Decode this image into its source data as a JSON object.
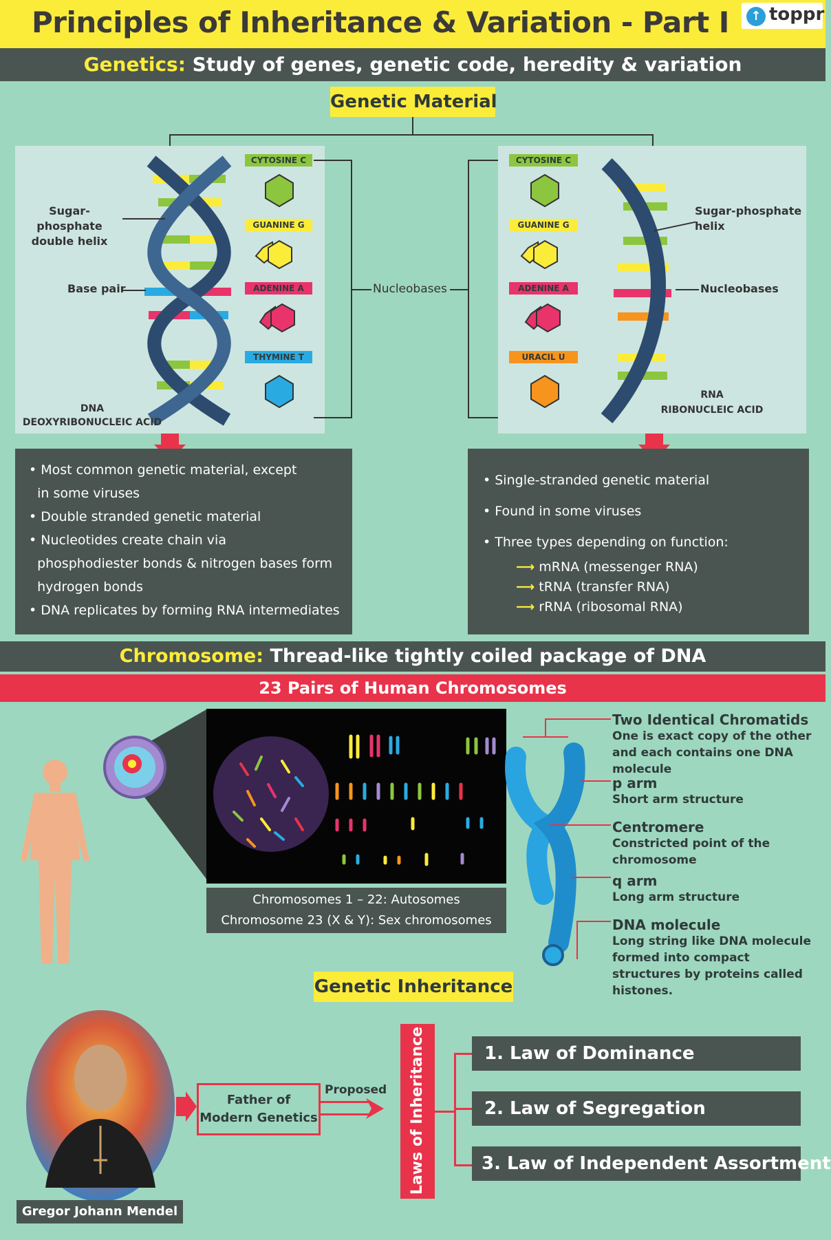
{
  "header": {
    "title": "Principles of Inheritance & Variation - Part I",
    "logo_text": "toppr"
  },
  "genetics_bar": {
    "term": "Genetics:",
    "definition": " Study of genes, genetic code, heredity & variation"
  },
  "genetic_material": {
    "label": "Genetic Material"
  },
  "dna_panel": {
    "helix_label": "Sugar-phosphate double helix",
    "base_pair_label": "Base pair",
    "name": "DNA",
    "full_name": "DEOXYRIBONUCLEIC ACID",
    "bases": [
      "CYTOSINE C",
      "GUANINE G",
      "ADENINE A",
      "THYMINE T"
    ],
    "rungs": [
      "G C",
      "C G",
      "C G",
      "G C",
      "T A",
      "A T",
      "G C",
      "C G"
    ]
  },
  "rna_panel": {
    "helix_label": "Sugar-phosphate helix",
    "nucleobases_label": "Nucleobases",
    "name": "RNA",
    "full_name": "RIBONUCLEIC ACID",
    "bases": [
      "CYTOSINE C",
      "GUANINE G",
      "ADENINE A",
      "URACIL U"
    ],
    "rungs": [
      "G",
      "C",
      "C",
      "G",
      "A",
      "U",
      "G",
      "C"
    ]
  },
  "nucleobases_center": "Nucleobases",
  "dna_info": [
    "• Most common genetic material, except",
    "  in some viruses",
    "• Double stranded genetic material",
    "• Nucleotides create chain via",
    "  phosphodiester bonds & nitrogen bases form",
    "  hydrogen bonds",
    "• DNA replicates by forming RNA intermediates"
  ],
  "rna_info": {
    "points": [
      "• Single-stranded genetic material",
      "• Found in some viruses",
      "• Three types depending on function:"
    ],
    "types": [
      "mRNA (messenger RNA)",
      "tRNA (transfer RNA)",
      "rRNA (ribosomal RNA)"
    ]
  },
  "chromosome_bar": {
    "term": "Chromosome:",
    "definition": " Thread-like tightly coiled package of DNA"
  },
  "pairs_bar": "23 Pairs of Human Chromosomes",
  "karyotype": {
    "caption_1": "Chromosomes 1 – 22: Autosomes",
    "caption_2": "Chromosome 23 (X & Y): Sex chromosomes"
  },
  "chromosome_parts": [
    {
      "title": "Two Identical Chromatids",
      "desc": "One is exact copy of the other and each contains one DNA molecule"
    },
    {
      "title": "p arm",
      "desc": "Short arm structure"
    },
    {
      "title": "Centromere",
      "desc": "Constricted point of the chromosome"
    },
    {
      "title": "q arm",
      "desc": "Long arm structure"
    },
    {
      "title": "DNA molecule",
      "desc": "Long string like DNA molecule formed into compact structures by proteins called histones."
    }
  ],
  "inheritance": {
    "label": "Genetic Inheritance",
    "person": "Gregor Johann Mendel",
    "father_label": "Father of Modern Genetics",
    "proposed": "Proposed",
    "laws_label": "Laws of Inheritance",
    "laws": [
      "1. Law of Dominance",
      "2. Law of Segregation",
      "3. Law of Independent Assortment"
    ]
  },
  "colors": {
    "background": "#9ed7bf",
    "title_yellow": "#fcec3a",
    "dark_bar": "#4a5552",
    "red_accent": "#e8334a",
    "helix_blue": "#2d4b6e",
    "cytosine": "#8cc63f",
    "guanine": "#fcec3a",
    "adenine": "#e8336b",
    "thymine": "#29abe2",
    "uracil": "#f7941d"
  }
}
